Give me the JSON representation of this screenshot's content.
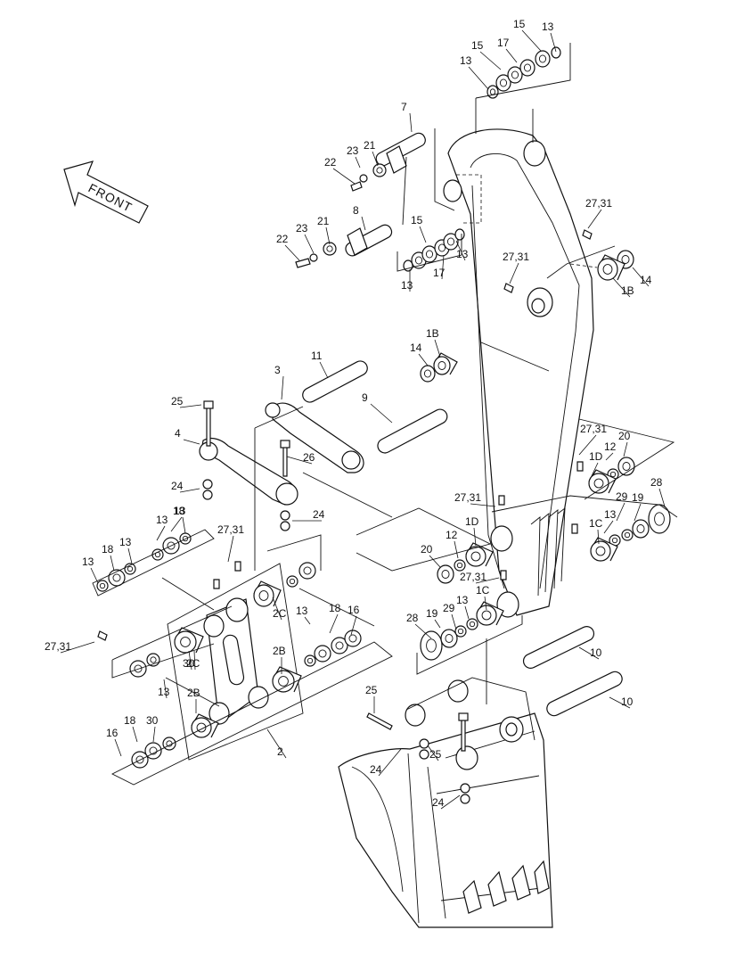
{
  "direction_arrow": {
    "text": "FRONT"
  },
  "callouts": [
    "15",
    "13",
    "15",
    "17",
    "13",
    "7",
    "23",
    "21",
    "22",
    "8",
    "23",
    "21",
    "22",
    "15",
    "13",
    "13",
    "17",
    "27,31",
    "27,31",
    "14",
    "1B",
    "1B",
    "14",
    "11",
    "3",
    "9",
    "25",
    "4",
    "26",
    "24",
    "24",
    "27,31",
    "12",
    "20",
    "1D",
    "28",
    "27,31",
    "29",
    "19",
    "13",
    "1C",
    "20",
    "12",
    "1D",
    "27,31",
    "28",
    "19",
    "29",
    "13",
    "1C",
    "13",
    "18",
    "13",
    "13",
    "18",
    "13",
    "27,31",
    "2C",
    "13",
    "18",
    "16",
    "30",
    "2B",
    "27,31",
    "2C",
    "13",
    "2B",
    "18",
    "30",
    "16",
    "2",
    "25",
    "25",
    "24",
    "24",
    "10",
    "10"
  ]
}
